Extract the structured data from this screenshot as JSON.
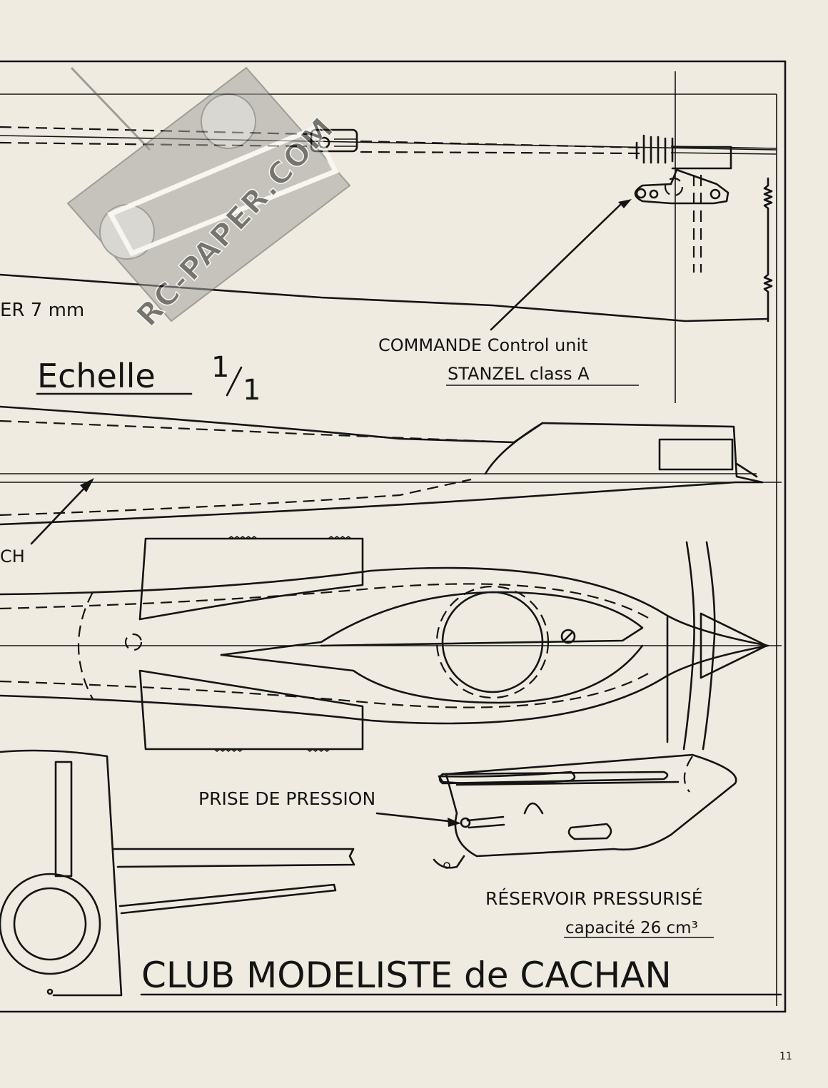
{
  "labels": {
    "motor_partial": "ER  7 mm",
    "commande": "COMMANDE  Control unit",
    "stanzel": "STANZEL  class A",
    "echelle_word": "Echelle",
    "echelle_num": "1",
    "echelle_den": "1",
    "ch_partial": "CH",
    "prise": "PRISE DE PRESSION",
    "reservoir": "RÉSERVOIR  PRESSURISÉ",
    "capacite": "capacité  26 cm³",
    "club": "CLUB  MODELISTE de CACHAN",
    "page_number": "11"
  },
  "watermark": {
    "text": "RC-PAPER.COM"
  },
  "colors": {
    "paper": "#efebe0",
    "ink": "#141414",
    "watermark": "#8d8d89"
  }
}
